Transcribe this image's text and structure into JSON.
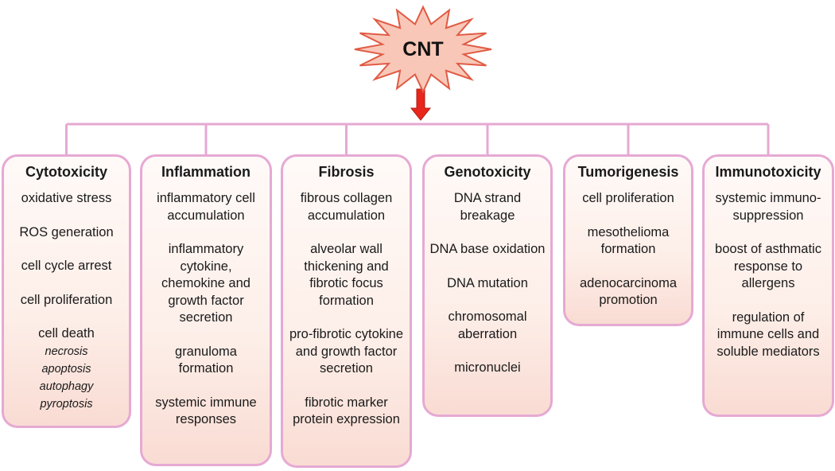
{
  "root": {
    "label": "CNT"
  },
  "columns": [
    {
      "title": "Cytotoxicity",
      "items": [
        {
          "text": "oxidative stress"
        },
        {
          "text": "ROS generation"
        },
        {
          "text": "cell cycle arrest"
        },
        {
          "text": "cell proliferation"
        },
        {
          "text": "cell death",
          "subitems": [
            "necrosis",
            "apoptosis",
            "autophagy",
            "pyroptosis"
          ]
        }
      ]
    },
    {
      "title": "Inflammation",
      "items": [
        {
          "text": "inflammatory cell accumulation"
        },
        {
          "text": "inflammatory cytokine, chemokine and growth factor secretion"
        },
        {
          "text": "granuloma formation"
        },
        {
          "text": "systemic immune responses"
        }
      ]
    },
    {
      "title": "Fibrosis",
      "items": [
        {
          "text": "fibrous collagen accumulation"
        },
        {
          "text": "alveolar wall thickening and fibrotic focus formation"
        },
        {
          "text": "pro-fibrotic cytokine and growth factor secretion"
        },
        {
          "text": "fibrotic marker protein expression"
        }
      ]
    },
    {
      "title": "Genotoxicity",
      "items": [
        {
          "text": "DNA strand breakage"
        },
        {
          "text": "DNA base oxidation"
        },
        {
          "text": "DNA mutation"
        },
        {
          "text": "chromosomal aberration"
        },
        {
          "text": "micronuclei"
        }
      ]
    },
    {
      "title": "Tumorigenesis",
      "items": [
        {
          "text": "cell proliferation"
        },
        {
          "text": "mesothelioma formation"
        },
        {
          "text": "adenocarcinoma promotion"
        }
      ]
    },
    {
      "title": "Immunotoxicity",
      "items": [
        {
          "text": "systemic immuno-suppression"
        },
        {
          "text": "boost of asthmatic response to allergens"
        },
        {
          "text": "regulation of immune cells and soluble mediators"
        }
      ]
    }
  ],
  "colors": {
    "burst_fill": "#f9c7b7",
    "burst_stroke": "#e05b45",
    "arrow": "#e8261c",
    "connector": "#e6a9d3",
    "box_border": "#e6a9d3"
  }
}
